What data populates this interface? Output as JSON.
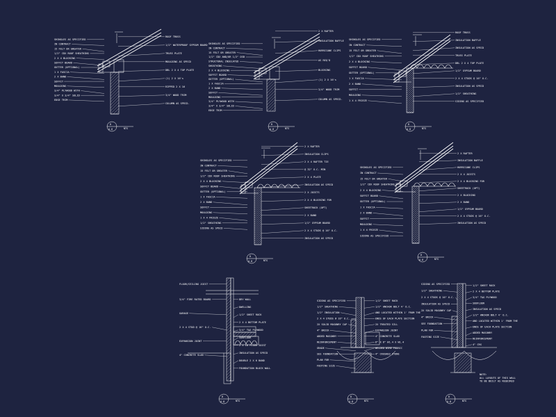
{
  "details": [
    {
      "id": "detail-1",
      "labels_left": [
        "SHINGLES AS SPECIFIED",
        "IN CONTRACT",
        "15 FELT OR GREATER",
        "1/2\" CDX ROOF SHEATHING",
        "2 X 4 BLOCKING",
        "SOFFIT BOARD",
        "GUTTER (OPTIONAL)",
        "1 X FASCIA",
        "2 X BAND",
        "SOFFIT",
        "MOULDING",
        "3/4\" PLYWOOD WITH",
        "3/4\" X 3/4\" SOLID",
        "EDGE TRIM"
      ],
      "labels_right": [
        "ROOF TRUSS",
        "1/2\" WATERPROOF GYPSUM BOARD",
        "TRUSS PLATE",
        "MOULDING AS SPECD",
        "DBL 2 X 4 TOP PLATE",
        "(1) 2 X 16's",
        "RIPPED 2 X 16",
        "3/4\" WOOD TRIM",
        "COLUMN AS SPECD."
      ],
      "tag": {
        "letter": "D",
        "number": "A-8",
        "note": "NTS"
      }
    },
    {
      "id": "detail-2",
      "labels_left": [
        "SHINGLES AS SPECIFIED",
        "IN CONTRACT",
        "15 FELT OR GREATER",
        "1/2\" CDX AND/OR 1/2\" OSB",
        "STRUCTURAL INSULATED",
        "SHEATHING",
        "2 X 4 BLOCKING",
        "SOFFIT BOARD",
        "GUTTER (OPTIONAL)",
        "1 X FASCIA",
        "2 X BAND",
        "SOFFIT",
        "MOULDING",
        "3/4\" PLYWOOD WITH",
        "3/4\" X 3/4\" SOLID",
        "EDGE TRIM"
      ],
      "labels_right": [
        "2 X RAFTER",
        "INSULATION BAFFLE",
        "HURRICANE CLIPS",
        "AS REQ'D",
        "BLOCKING",
        "(1) 2 X 16's",
        "3/4\" WOOD TRIM",
        "COLUMN AS SPECD."
      ],
      "tag": {
        "letter": "D",
        "number": "A-8",
        "note": "NTS"
      }
    },
    {
      "id": "detail-3",
      "labels_left": [
        "SHINGLES AS SPECIFIED",
        "IN CONTRACT",
        "15 FELT OR GREATER",
        "1/2\" CDX ROOF SHEATHING",
        "2 X 4 BLOCKING",
        "SOFFIT BOARD",
        "GUTTER (OPTIONAL)",
        "1 X FASCIA",
        "2 X BAND",
        "SOFFIT",
        "MOULDING",
        "1 X 4 FRIEZE"
      ],
      "labels_right": [
        "ROOF TRUSS",
        "INSULATION BAFFLE",
        "INSULATION AS SPECD",
        "TRUSS PLATE",
        "DBL 2 X 4 TOP PLATE",
        "1/2\" GYPSUM BOARD",
        "2 X 4 STUDS @ 16\" O.C.",
        "INSULATION AS SPECD",
        "1/2\" SHEATHING",
        "SIDING AS SPECIFIED"
      ],
      "tag": {
        "letter": "D",
        "number": "A-8",
        "note": "NTS"
      }
    },
    {
      "id": "detail-4",
      "labels_left": [
        "SHINGLES AS SPECIFIED",
        "IN CONTRACT",
        "15 FELT OR GREATER",
        "1/2\" CDX ROOF SHEATHING",
        "2 X 4 BLOCKING",
        "SOFFIT BOARD",
        "GUTTER (OPTIONAL)",
        "1 X FASCIA",
        "2 X BAND",
        "SOFFIT",
        "MOULDING",
        "1 X 4 FRIEZE",
        "1/2\" SHEATHING",
        "SIDING AS SPECD"
      ],
      "labels_right": [
        "2 X RAFTER",
        "INSULATION CLIPS",
        "2 X 4 RAFTER TIE",
        "@ 32\" O.C. MIN",
        "2 X 4 PLATE",
        "INSULATION AS SPECD",
        "2 X JOISTS",
        "2 X 4 BLOCKING FOR",
        "SHEETROCK (OPT)",
        "2 X BAND",
        "1/2\" GYPSUM BOARD",
        "2 X 4 STUDS @ 16\" O.C.",
        "INSULATION AS SPECD"
      ],
      "tag": {
        "letter": "D",
        "number": "A-8",
        "note": "NTS"
      }
    },
    {
      "id": "detail-5",
      "labels_left": [
        "SHINGLES AS SPECIFIED",
        "IN CONTRACT",
        "15 FELT OR GREATER",
        "1/2\" CDX ROOF SHEATHING",
        "2 X 4 BLOCKING",
        "SOFFIT BOARD",
        "GUTTER (OPTIONAL)",
        "1 X FASCIA",
        "2 X BAND",
        "SOFFIT",
        "MOULDING",
        "1 X 4 FRIEZE",
        "SIDING AS SPECIFIED"
      ],
      "labels_right": [
        "2 X RAFTER",
        "INSULATION BAFFLE",
        "HURRICANE CLIPS",
        "2 X 4 JOISTS",
        "2 X 4 BLOCKING FOR",
        "SHEETROCK (OPT)",
        "2 X BLOCKING",
        "2 X BAND",
        "1/2\" GYPSUM BOARD",
        "2 X 4 STUDS @ 16\" O.C.",
        "INSULATION AS SPECD"
      ],
      "tag": {
        "letter": "D",
        "number": "A-8",
        "note": "NTS"
      }
    },
    {
      "id": "detail-6",
      "labels_top": [
        "FLOOR/CEILING JOIST"
      ],
      "labels_left": [
        "3/4\" FIRE RATED BOARD",
        "GARAGE",
        "2 X 4 STUD @ 16\" O.C.",
        "EXPANSION JOINT",
        "4\" CONCRETE SLAB"
      ],
      "labels_right": [
        "DRY WALL",
        "DWELLING",
        "1/2\" SHEET ROCK",
        "2 X 4 BOTTOM PLATE",
        "3/4\" T&G PLYWOOD",
        "SUBFLOOR",
        "2 X 10 FLOOR JOIST",
        "INSULATION AS SPECD",
        "DOUBLE 2 X 6 BAND",
        "FOUNDATION BLOCK WALL"
      ],
      "tag": {
        "letter": "D",
        "number": "A-8",
        "note": "NTS"
      }
    },
    {
      "id": "detail-7",
      "labels_left": [
        "SIDING AS SPECIFIED",
        "1/2\" SHEATHING",
        "1/2\" INSULATION",
        "2 X 4 STUDS @ 16\" O.C.",
        "2X SOLID MASONRY CAP",
        "4\" BRICK",
        "ADDED MASONRY",
        "REINFORCEMENT",
        "GRADE",
        "SEE FOUNDATION",
        "PLAN FOR",
        "FOOTING SIZE"
      ],
      "labels_right": [
        "1/2\" SHEET ROCK",
        "1/2\" ANCHOR BOLT 4' O.C.",
        "AND LOCATED WITHIN 1' FROM THE",
        "ENDS OF EACH PLATE SECTION",
        "2X TREATED SILL",
        "EXPANSION JOINT",
        "4\" CONCRETE SLAB",
        "6\" X 6\" W1.4 X W1.4",
        "WELDED WIRE FABRIC",
        "4\" CRUSHED STONE"
      ],
      "tag": {
        "letter": "D",
        "number": "A-8",
        "note": "NTS"
      }
    },
    {
      "id": "detail-8",
      "labels_left": [
        "SIDING AS SPECIFIED",
        "1/2\" SHEATHING",
        "2 X 4 STUDS @ 16\" O.C.",
        "INSULATION AS SPECD",
        "2X SOLID MASONRY CAP",
        "4\" BRICK",
        "SEE FOUNDATION",
        "PLAN FOR",
        "FOOTING SIZE"
      ],
      "labels_right": [
        "1/2\" SHEET ROCK",
        "2 X 4 BOTTOM PLATE",
        "3/4\" T&G PLYWOOD",
        "SUBFLOOR",
        "INSULATION AS SPECD",
        "1/2\" ANCHOR BOLT 4' O.C.",
        "AND LOCATED WITHIN 1' FROM THE",
        "ENDS OF EACH PLATE SECTION",
        "ADDED MASONRY",
        "REINFORCEMENT",
        "4\" CRS"
      ],
      "notes": [
        "NOTE:",
        "ALL LAYOUTS OF THIS WALL",
        "TO BE BUILT AS REQUIRED"
      ],
      "tag": {
        "letter": "D",
        "number": "A-8",
        "note": "NTS"
      }
    }
  ],
  "colors": {
    "background": "#1e2340",
    "linework": "#ffffff"
  }
}
